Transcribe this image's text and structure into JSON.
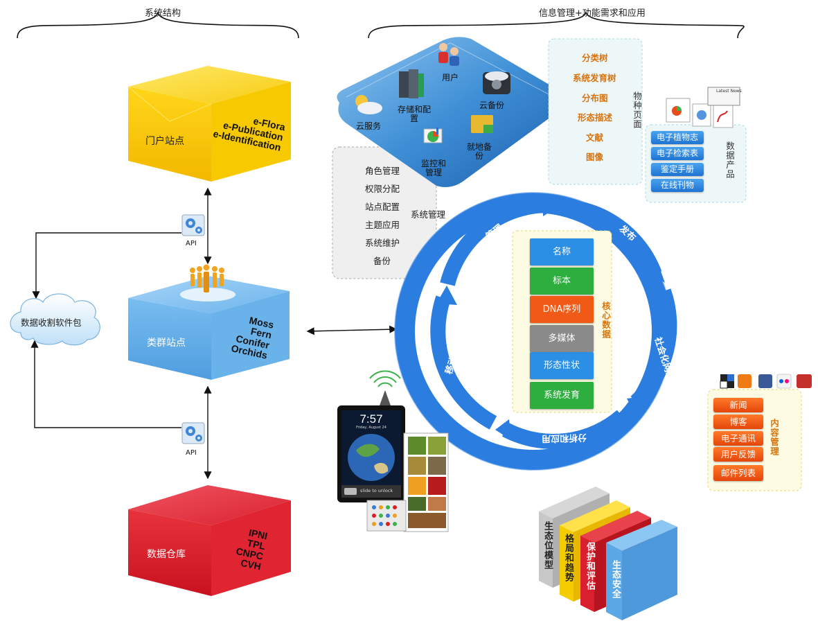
{
  "headers": {
    "left": "系统结构",
    "right": "信息管理+功能需求和应用"
  },
  "left_column": {
    "portal": {
      "label": "门户站点",
      "products": [
        "e-Flora",
        "e-Publication",
        "e-Identification"
      ]
    },
    "taxon": {
      "label": "类群站点",
      "groups": [
        "Moss",
        "Fern",
        "Conifer",
        "Orchids"
      ]
    },
    "warehouse": {
      "label": "数据仓库",
      "sources": [
        "IPNI",
        "TPL",
        "CNPC",
        "CVH"
      ]
    },
    "api_top": "API",
    "api_bottom": "API",
    "cloud_label": "数据收割软件包"
  },
  "cloud_services": {
    "items": {
      "cloud_service": "云服务",
      "storage": "存储和配置",
      "users": "用户",
      "cloud_backup": "云备份",
      "monitor": "监控和管理",
      "local_backup": "就地备份"
    }
  },
  "system_management": {
    "title": "系统管理",
    "items": [
      "角色管理",
      "权限分配",
      "站点配置",
      "主题应用",
      "系统维护",
      "备份"
    ]
  },
  "species_pages": {
    "title": "物种页面",
    "items": [
      "分类树",
      "系统发育树",
      "分布图",
      "形态描述",
      "文献",
      "图像"
    ]
  },
  "data_products": {
    "title": "数据产品",
    "items": [
      "电子植物志",
      "电子检索表",
      "鉴定手册",
      "在线刊物"
    ]
  },
  "core_data": {
    "title": "核心数据",
    "items": [
      {
        "label": "名称",
        "color": "#2b8fe6"
      },
      {
        "label": "标本",
        "color": "#2eae3f"
      },
      {
        "label": "DNA序列",
        "color": "#f05a16"
      },
      {
        "label": "多媒体",
        "color": "#8a8a8a"
      },
      {
        "label": "形态性状",
        "color": "#2b8fe6"
      },
      {
        "label": "系统发育",
        "color": "#2eae3f"
      }
    ]
  },
  "cycle": {
    "manage": "管理",
    "publish": "发布",
    "social": "社会化网络",
    "analysis": "分析和应用",
    "mobile": "移动终端"
  },
  "content_management": {
    "title": "内容管理",
    "items": [
      "新闻",
      "博客",
      "电子通讯",
      "用户反馈",
      "邮件列表"
    ]
  },
  "phone": {
    "time": "7:57",
    "date": "Friday, August 24",
    "slider": "slide to unlock"
  },
  "news_icon": "Latest News",
  "ecology": [
    {
      "label": "生态位模型",
      "color": "#c8c8c8",
      "text_color": "#222"
    },
    {
      "label": "格局和趋势",
      "color": "#f5cc00",
      "text_color": "#222"
    },
    {
      "label": "保护和评估",
      "color": "#d8202e",
      "text_color": "#ffffff"
    },
    {
      "label": "生态安全",
      "color": "#5aa8e6",
      "text_color": "#ffffff"
    }
  ],
  "colors": {
    "ring": "#2b7de0",
    "portal": "#f6c500",
    "taxon": "#5aaae6",
    "warehouse": "#d8202e",
    "orange": "#d9730c"
  }
}
